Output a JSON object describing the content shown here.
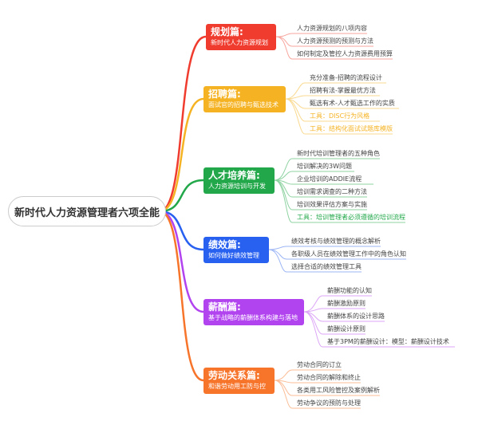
{
  "center": {
    "label": "新时代人力资源管理者六项全能"
  },
  "branches": [
    {
      "title": "规划篇:",
      "subtitle": "新时代人力资源规划",
      "color": "#f03c2e",
      "line": "#f7a49c",
      "items": [
        {
          "text": "人力资源规划的八项内容"
        },
        {
          "text": "人力资源预测的预测与方法"
        },
        {
          "text": "如何制定及管控人力资源费用预算"
        }
      ]
    },
    {
      "title": "招聘篇:",
      "subtitle": "面试官的招聘与甄选技术",
      "color": "#f5b324",
      "line": "#f9d98f",
      "items": [
        {
          "text": "充分准备-招聘的流程设计"
        },
        {
          "text": "招聘有法-掌握最优方法"
        },
        {
          "text": "甄选有术-人才甄选工作的实质"
        },
        {
          "text": "工具：DISC行为风格",
          "tool": true
        },
        {
          "text": "工具：结构化面试试题库模版",
          "tool": true
        }
      ]
    },
    {
      "title": "人才培养篇:",
      "subtitle": "人力资源培训与开发",
      "color": "#22a84a",
      "line": "#8fd3a2",
      "items": [
        {
          "text": "新时代培训管理者的五种角色"
        },
        {
          "text": "培训解决的3W问题"
        },
        {
          "text": "企业培训的ADDIE流程"
        },
        {
          "text": "培训需求调查的二种方法"
        },
        {
          "text": "培训效果评估方案与实施"
        },
        {
          "text": "工具：培训管理者必须遵循的培训流程",
          "tool": true
        }
      ]
    },
    {
      "title": "绩效篇:",
      "subtitle": "如何做好绩效管理",
      "color": "#2860f0",
      "line": "#9bb4f5",
      "items": [
        {
          "text": "绩效考核与绩效管理的概念解析"
        },
        {
          "text": "各职级人员在绩效管理工作中的角色认知"
        },
        {
          "text": "选择合适的绩效管理工具"
        }
      ]
    },
    {
      "title": "薪酬篇:",
      "subtitle": "基于战略的薪酬体系构建与落地",
      "color": "#b244f0",
      "line": "#dca6f7",
      "items": [
        {
          "text": "薪酬功能的认知"
        },
        {
          "text": "薪酬激励原则"
        },
        {
          "text": "薪酬体系的设计思路"
        },
        {
          "text": "薪酬设计原则"
        },
        {
          "text": "基于3PM的薪酬设计：模型：薪酬设计技术"
        }
      ]
    },
    {
      "title": "劳动关系篇:",
      "subtitle": "和谐劳动用工防与控",
      "color": "#f7742b",
      "line": "#fbbd97",
      "items": [
        {
          "text": "劳动合同的订立"
        },
        {
          "text": "劳动合同的解除和终止"
        },
        {
          "text": "各类用工风险管控及案例解析"
        },
        {
          "text": "劳动争议的预防与处理"
        }
      ]
    }
  ]
}
